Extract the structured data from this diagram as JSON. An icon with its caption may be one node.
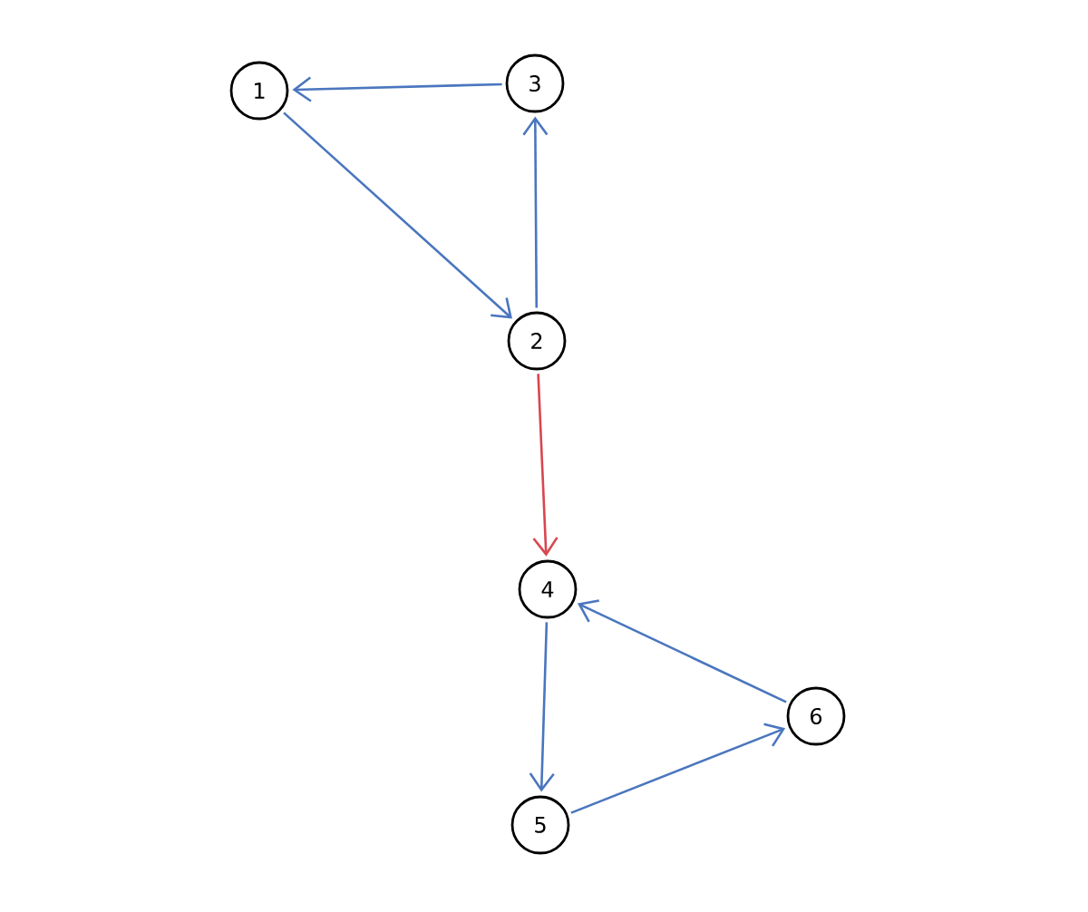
{
  "diagram": {
    "nodes": [
      {
        "text": [
          "1"
        ]
      },
      {
        "text": [
          "3"
        ]
      },
      {
        "text": [
          "2"
        ]
      },
      {
        "text": [
          "4"
        ]
      },
      {
        "text": [
          "6"
        ]
      },
      {
        "text": [
          "5"
        ]
      }
    ],
    "edges": [
      {
        "from": 1,
        "to": 0,
        "arrow": "to"
      },
      {
        "from": 0,
        "to": 2,
        "arrow": "to"
      },
      {
        "from": 2,
        "to": 1,
        "arrow": "to"
      },
      {
        "from": 2,
        "to": 3,
        "arrow": "to",
        "color": "#d9464f"
      },
      {
        "from": 4,
        "to": 3,
        "arrow": "to"
      },
      {
        "from": 3,
        "to": 5,
        "arrow": "to"
      },
      {
        "from": 5,
        "to": 4,
        "arrow": "to"
      }
    ]
  }
}
